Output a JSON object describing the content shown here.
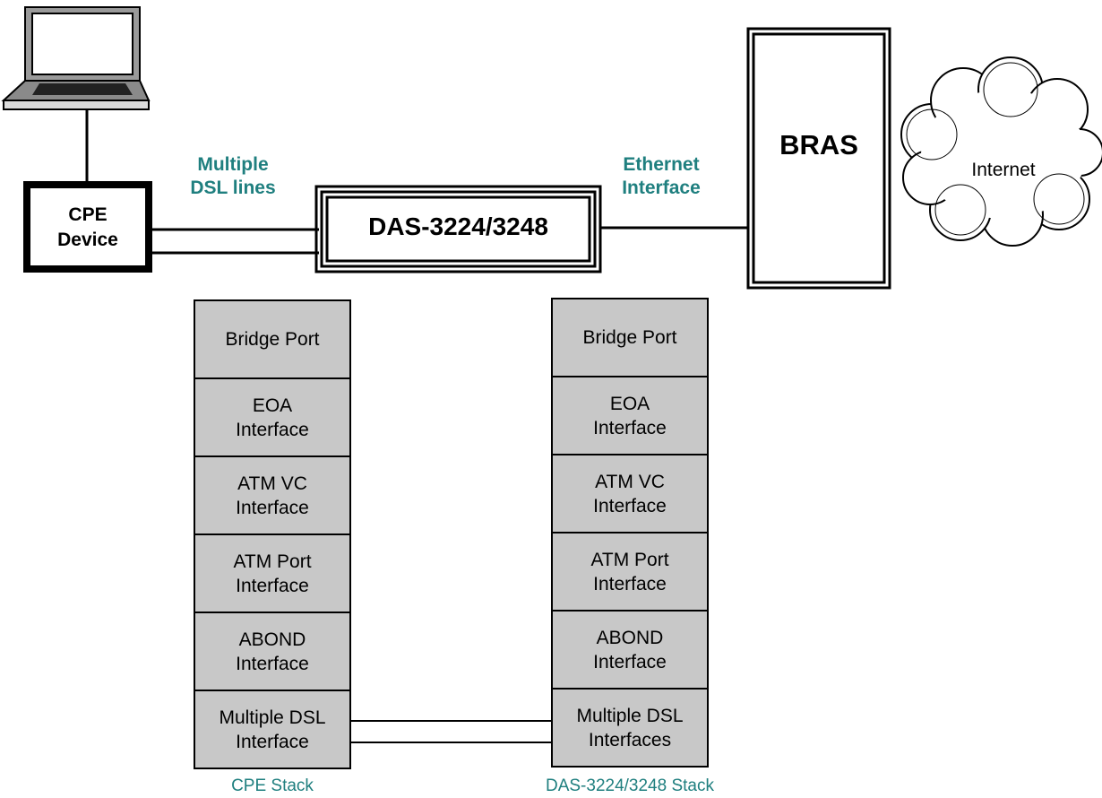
{
  "cpe_device": {
    "label": "CPE\nDevice"
  },
  "das_device": {
    "label": "DAS-3224/3248"
  },
  "bras": {
    "label": "BRAS"
  },
  "internet": {
    "label": "Internet"
  },
  "links": {
    "dsl_label": "Multiple\nDSL lines",
    "ethernet_label": "Ethernet\nInterface"
  },
  "cpe_stack": {
    "caption": "CPE Stack",
    "layers": [
      "Bridge Port",
      "EOA\nInterface",
      "ATM VC\nInterface",
      "ATM Port\nInterface",
      "ABOND\nInterface",
      "Multiple DSL\nInterface"
    ]
  },
  "das_stack": {
    "caption": "DAS-3224/3248 Stack",
    "layers": [
      "Bridge Port",
      "EOA\nInterface",
      "ATM VC\nInterface",
      "ATM Port\nInterface",
      "ABOND\nInterface",
      "Multiple DSL\nInterfaces"
    ]
  },
  "colors": {
    "accent": "#1f7f7f",
    "stack_fill": "#c8c8c8"
  }
}
